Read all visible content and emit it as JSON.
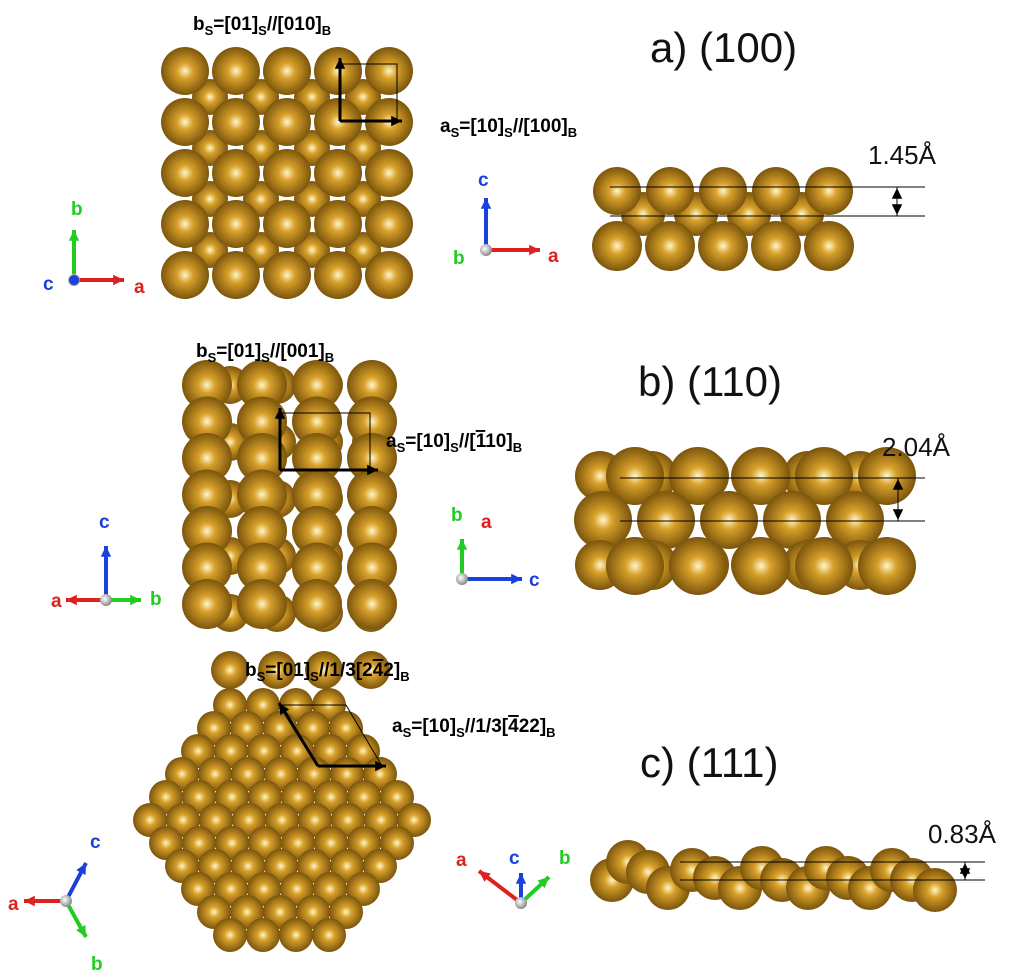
{
  "colors": {
    "atom_center": "#fff6c8",
    "atom_mid": "#d7a02a",
    "atom_edge": "#6e4a08",
    "axis_a": "#dd2020",
    "axis_b": "#22cc22",
    "axis_c": "#1a40dd",
    "origin": "#bdbdbd"
  },
  "panels": [
    {
      "id": "a",
      "label": "a) (100)",
      "vec_b": {
        "main": "b",
        "sub1": "S",
        "mid": "=[01]",
        "sub2": "S",
        "tail": "//[010]",
        "sub3": "B"
      },
      "vec_a": {
        "main": "a",
        "sub1": "S",
        "mid": "=[10]",
        "sub2": "S",
        "tail": "//[100]",
        "sub3": "B"
      },
      "separation": "1.45Å",
      "top_axes": [
        "b",
        "c",
        "a"
      ],
      "side_axes": [
        "c",
        "b",
        "a"
      ]
    },
    {
      "id": "b",
      "label": "b) (110)",
      "vec_b": {
        "main": "b",
        "sub1": "S",
        "mid": "=[01]",
        "sub2": "S",
        "tail": "//[001]",
        "sub3": "B"
      },
      "vec_a": {
        "main": "a",
        "sub1": "S",
        "mid": "=[10]",
        "sub2": "S",
        "tail": "//[",
        "bar": "1",
        "tail2": "10]",
        "sub3": "B"
      },
      "separation": "2.04Å",
      "top_axes": [
        "c",
        "a",
        "b"
      ],
      "side_axes": [
        "b",
        "a",
        "c"
      ]
    },
    {
      "id": "c",
      "label": "c) (111)",
      "vec_b": {
        "main": "b",
        "sub1": "S",
        "mid": "=[01]",
        "sub2": "S",
        "tail": "//1/3[2",
        "bar": "4",
        "tail2": "2]",
        "sub3": "B"
      },
      "vec_a": {
        "main": "a",
        "sub1": "S",
        "mid": "=[10]",
        "sub2": "S",
        "tail": "//1/3[",
        "bar": "4",
        "tail2": "22]",
        "sub3": "B"
      },
      "separation": "0.83Å",
      "top_axes": [
        "c",
        "a",
        "b"
      ],
      "side_axes": [
        "a",
        "c",
        "b"
      ]
    }
  ]
}
